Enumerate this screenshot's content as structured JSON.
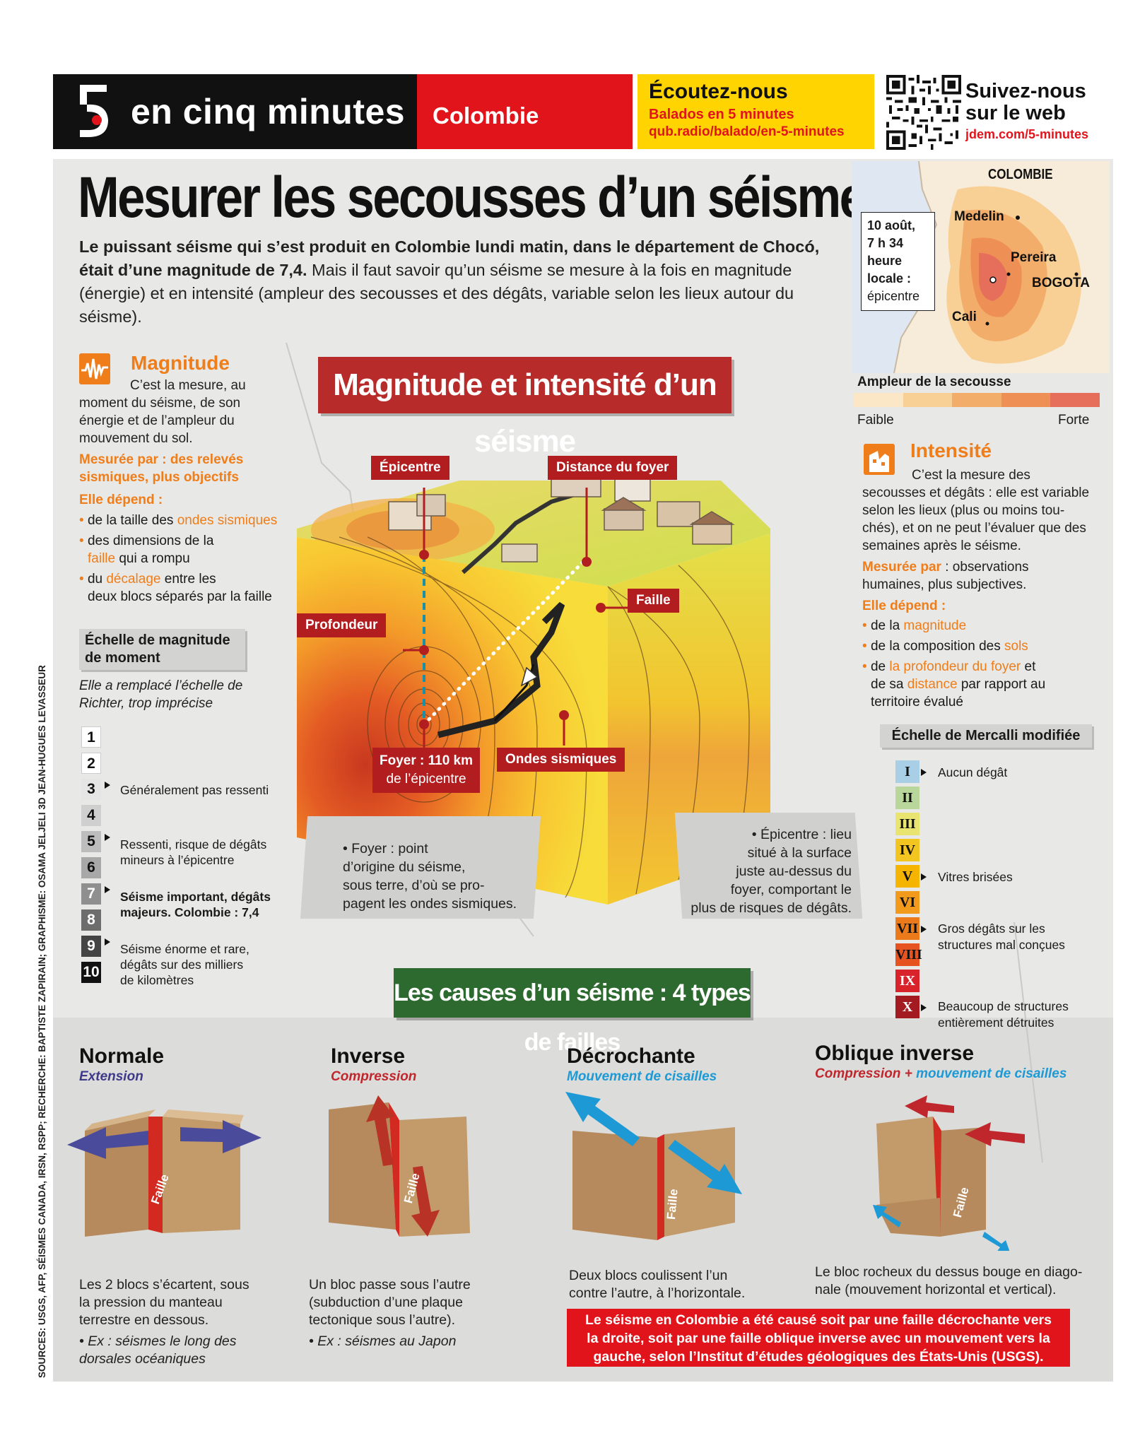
{
  "header": {
    "brand": "en cinq minutes",
    "section": "Colombie",
    "listen_title": "Écoutez-nous",
    "listen_sub": "Balados en 5 minutes",
    "listen_url": "qub.radio/balado/en-5-minutes",
    "follow_line1": "Suivez-nous",
    "follow_line2": "sur le web",
    "follow_url": "jdem.com/5-minutes"
  },
  "title": "Mesurer les secousses d’un séisme",
  "intro_bold": "Le puissant séisme qui s’est produit en Colombie lundi matin, dans le département de Chocó, était d’une magnitude de 7,4.",
  "intro_rest": " Mais il faut savoir qu’un séisme se mesure à la fois en magnitude (énergie) et en intensité (ampleur des secousses et des dégâts, variable selon les lieux autour du séisme).",
  "map": {
    "country": "COLOMBIE",
    "box_line1": "10 août,",
    "box_line2": "7 h 34",
    "box_line3": "heure",
    "box_line4": "locale :",
    "box_line5": "épicentre",
    "cities": [
      "Medelin",
      "Pereira",
      "BOGOTA",
      "Cali"
    ],
    "scale_title": "Ampleur de la secousse",
    "scale_low": "Faible",
    "scale_high": "Forte",
    "scale_colors": [
      "#fbe6c6",
      "#f8cf95",
      "#f3ad6a",
      "#ee8f55",
      "#e66f5b"
    ]
  },
  "magnitude": {
    "title": "Magnitude",
    "desc_l1": "C’est la mesure, au",
    "desc_l2": "moment du séisme, de son",
    "desc_l3": "énergie et de l’ampleur du",
    "desc_l4": "mouvement du sol.",
    "measured_l1": "Mesurée par : des relevés",
    "measured_l2": "sismiques, plus objectifs",
    "depends": "Elle dépend :",
    "b1_a": "de la taille des ",
    "b1_b": "ondes sismiques",
    "b2_a": "des dimensions de la",
    "b2_b": "faille",
    "b2_c": " qui a rompu",
    "b3_a": "du ",
    "b3_b": "décalage",
    "b3_c": " entre les",
    "b3_d": "deux blocs séparés par la faille",
    "scale_title_l1": "Échelle de magnitude",
    "scale_title_l2": "de moment",
    "scale_note_l1": "Elle a remplacé l’échelle de",
    "scale_note_l2": "Richter, trop imprécise",
    "levels": [
      "1",
      "2",
      "3",
      "4",
      "5",
      "6",
      "7",
      "8",
      "9",
      "10"
    ],
    "level_colors": [
      "#ffffff",
      "#ffffff",
      "#e5e5e5",
      "#cfcfcf",
      "#bdbdbd",
      "#a8a8a8",
      "#8f8f8f",
      "#6d6d6d",
      "#444444",
      "#111111"
    ],
    "note3": "Généralement pas ressenti",
    "note5_l1": "Ressenti, risque de dégâts",
    "note5_l2": "mineurs à l’épicentre",
    "note7_l1": "Séisme important, dégâts",
    "note7_l2": "majeurs. Colombie : 7,4",
    "note9_l1": "Séisme énorme et rare,",
    "note9_l2": "dégâts sur des milliers",
    "note9_l3": "de kilomètres"
  },
  "diagram": {
    "title": "Magnitude et intensité d’un séisme",
    "epicentre": "Épicentre",
    "distance": "Distance du foyer",
    "faille": "Faille",
    "profondeur": "Profondeur",
    "foyer_l1": "Foyer : 110 km",
    "foyer_l2": "de l’épicentre",
    "ondes": "Ondes sismiques",
    "foyer_note_l1": "• Foyer : point",
    "foyer_note_l2": "d’origine du séisme,",
    "foyer_note_l3": "sous terre, d’où se pro-",
    "foyer_note_l4": "pagent les ondes sismiques.",
    "epi_note_l1": "• Épicentre : lieu",
    "epi_note_l2": "situé à la surface",
    "epi_note_l3": "juste au-dessus du",
    "epi_note_l4": "foyer, comportant le",
    "epi_note_l5": "plus de risques de dégâts."
  },
  "intensite": {
    "title": "Intensité",
    "desc_l1": "C’est la mesure des",
    "desc_l2": "secousses et dégâts : elle est variable",
    "desc_l3": "selon les lieux (plus ou moins tou-",
    "desc_l4": "chés), et on ne peut l’évaluer que des",
    "desc_l5": "semaines après le séisme.",
    "measured_a": "Mesurée par",
    "measured_b": " : observations",
    "measured_c": "humaines, plus subjectives.",
    "depends": "Elle dépend :",
    "b1_a": "de la ",
    "b1_b": "magnitude",
    "b2_a": "de la composition des ",
    "b2_b": "sols",
    "b3_a": "de ",
    "b3_b": "la profondeur du foyer",
    "b3_c": " et",
    "b3_d": "de sa ",
    "b3_e": "distance",
    "b3_f": " par rapport au",
    "b3_g": "territoire évalué",
    "scale_title": "Échelle de Mercalli modifiée",
    "levels": [
      "I",
      "II",
      "III",
      "IV",
      "V",
      "VI",
      "VII",
      "VIII",
      "IX",
      "X"
    ],
    "level_colors": [
      "#a9cfe6",
      "#b9d79a",
      "#e8e46f",
      "#f3c520",
      "#f5b400",
      "#f29a1c",
      "#ec7a1a",
      "#e65320",
      "#d8232a",
      "#a31b21"
    ],
    "note1": "Aucun dégât",
    "note5": "Vitres brisées",
    "note7_l1": "Gros dégâts sur les",
    "note7_l2": "structures mal conçues",
    "note10_l1": "Beaucoup de structures",
    "note10_l2": "entièrement détruites"
  },
  "causes": {
    "title": "Les causes d’un séisme : 4 types de failles",
    "fault_label": "Faille",
    "normale": {
      "title": "Normale",
      "sub": "Extension",
      "d1": "Les 2 blocs s’écartent, sous",
      "d2": "la pression du manteau",
      "d3": "terrestre en dessous.",
      "e1": "• Ex : séismes le long des",
      "e2": "dorsales océaniques"
    },
    "inverse": {
      "title": "Inverse",
      "sub": "Compression",
      "d1": "Un bloc passe sous l’autre",
      "d2": "(subduction d’une plaque",
      "d3": "tectonique sous l’autre).",
      "e1": "• Ex : séismes au Japon"
    },
    "decrochante": {
      "title": "Décrochante",
      "sub": "Mouvement de cisailles",
      "d1": "Deux blocs coulissent l’un",
      "d2": "contre l’autre, à l’horizontale."
    },
    "oblique": {
      "title": "Oblique inverse",
      "sub_a": "Compression",
      "sub_b": " + ",
      "sub_c": "mouvement de cisailles",
      "d1": "Le bloc rocheux du dessus bouge en diago-",
      "d2": "nale (mouvement horizontal et vertical)."
    },
    "conclusion_l1": "Le séisme en Colombie a été causé soit par une faille décrochante vers",
    "conclusion_l2": "la droite, soit par une faille oblique inverse avec un mouvement vers la",
    "conclusion_l3": "gauche, selon l’Institut d’études géologiques des États-Unis (USGS)."
  },
  "sources": "SOURCES: USGS, AFP, SÉISMES CANADA, IRSN, RSPP; RECHERCHE: BAPTISTE ZAPIRAIN; GRAPHISME: OSAMA JELJELI 3D JEAN-HUGUES LEVASSEUR"
}
